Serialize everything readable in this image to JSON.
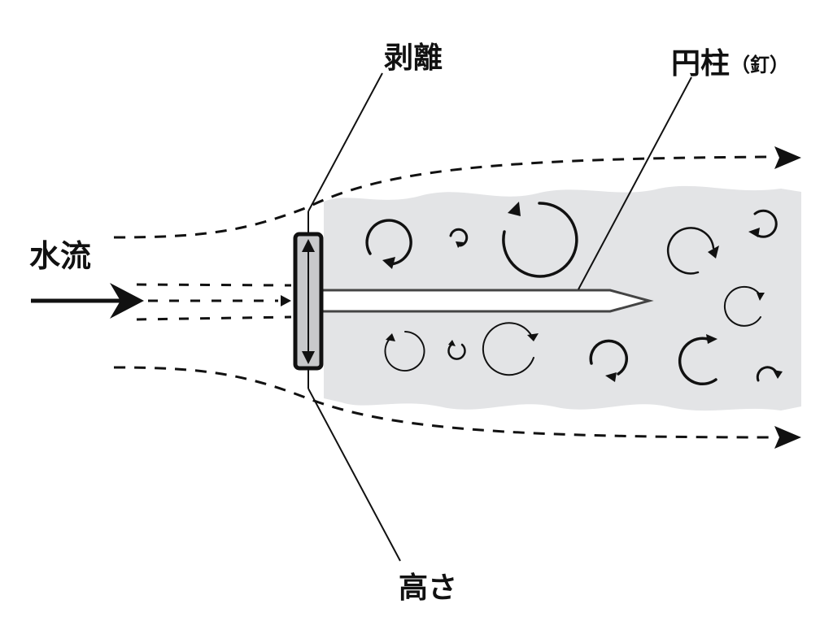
{
  "labels": {
    "separation": "剥離",
    "cylinder": "円柱",
    "cylinder_note": "（釘）",
    "water_flow": "水流",
    "height": "高さ"
  },
  "colors": {
    "wake": "#e3e4e6",
    "plate_fill": "#c8c9cb",
    "ink": "#111111",
    "nail_edge": "#444444"
  }
}
